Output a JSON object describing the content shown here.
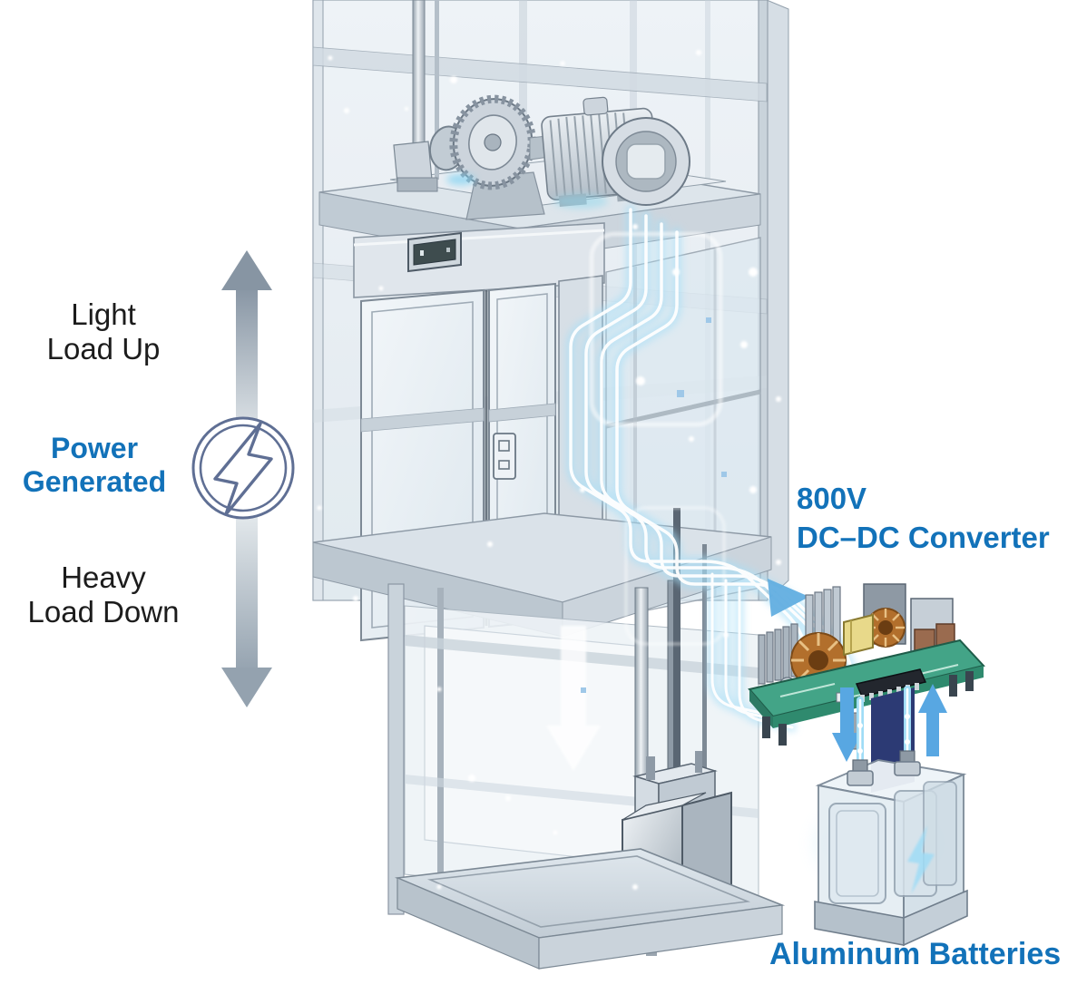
{
  "figure": {
    "description": "Regenerative elevator energy recovery diagram: elevator with traction motor generates power, fed through an 800V DC-DC converter into aluminum batteries"
  },
  "labels": {
    "light_load": {
      "line1": "Light",
      "line2": "Load Up"
    },
    "power_generated": {
      "line1": "Power",
      "line2": "Generated"
    },
    "heavy_load": {
      "line1": "Heavy",
      "line2": "Load Down"
    },
    "converter": {
      "line1": "800V",
      "line2": "DC–DC Converter"
    },
    "batteries": {
      "line1": "Aluminum Batteries"
    }
  },
  "icons": {
    "lightning_circle": "lightning-bolt-in-double-circle",
    "up_down_arrow": "vertical-double-headed-gradient-arrow",
    "flow_arrow": "energy-flow-arrowhead",
    "charge_arrows": "battery-charge-up-down-arrows"
  },
  "colors": {
    "background": "#ffffff",
    "label_blue": "#1272b9",
    "label_black": "#1c1c1c",
    "arrow_gray": "#8795a3",
    "icon_outline": "#5f6f94",
    "energy_glow": "#a8dff7",
    "flow_arrow_blue": "#62aee0",
    "pcb_green": "#43a487",
    "battery_glow": "#9fdcf6",
    "structure_gray": "#c9d3db"
  }
}
